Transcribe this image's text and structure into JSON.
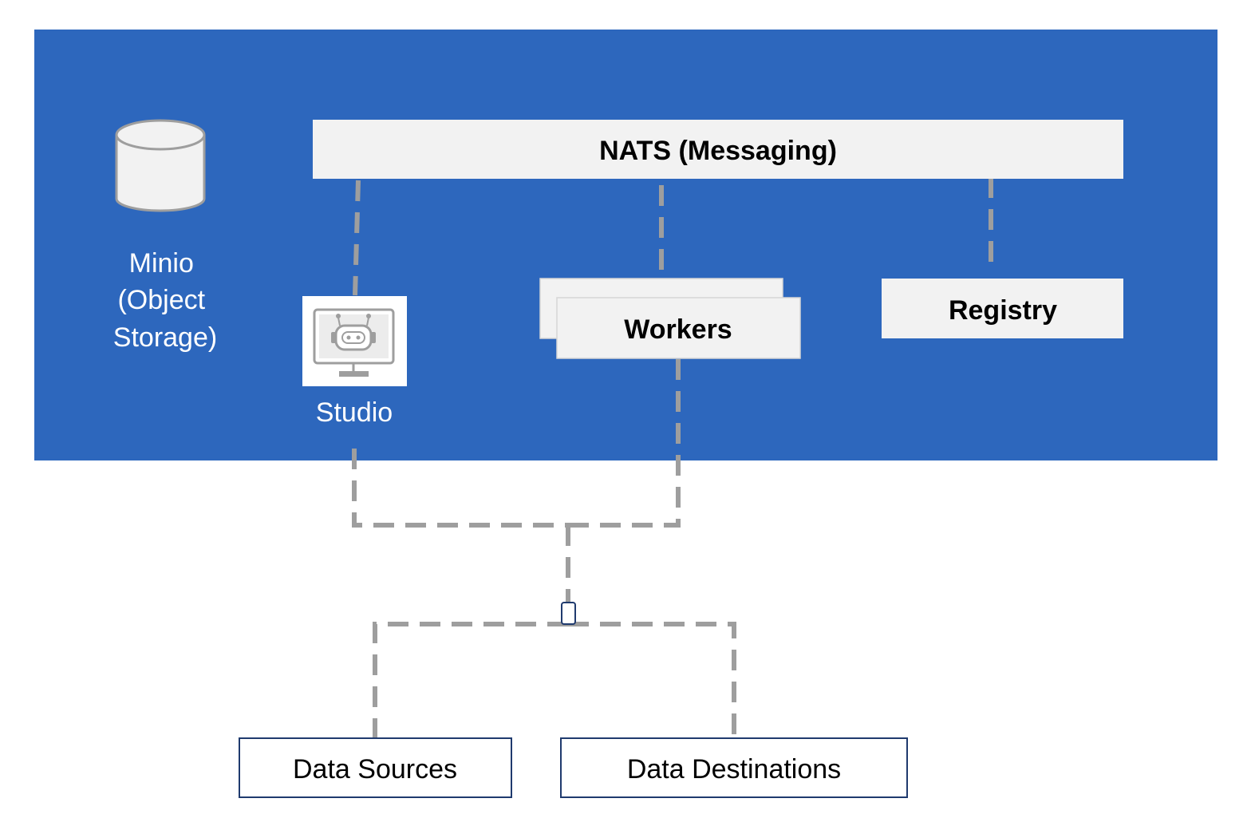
{
  "nodes": {
    "nats": {
      "label": "NATS (Messaging)"
    },
    "minio": {
      "line1": "Minio",
      "line2": "(Object",
      "line3": "Storage)"
    },
    "studio": {
      "label": "Studio",
      "icon": "robot-monitor-icon"
    },
    "workers": {
      "label": "Workers"
    },
    "registry": {
      "label": "Registry"
    },
    "data_sources": {
      "label": "Data Sources"
    },
    "data_destinations": {
      "label": "Data Destinations"
    }
  },
  "colors": {
    "platform_background": "#2d67bd",
    "component_fill": "#f2f2f2",
    "connector": "#9e9e9e",
    "external_border": "#1f3a6e",
    "label_on_blue": "#ffffff",
    "label_dark": "#000000"
  }
}
